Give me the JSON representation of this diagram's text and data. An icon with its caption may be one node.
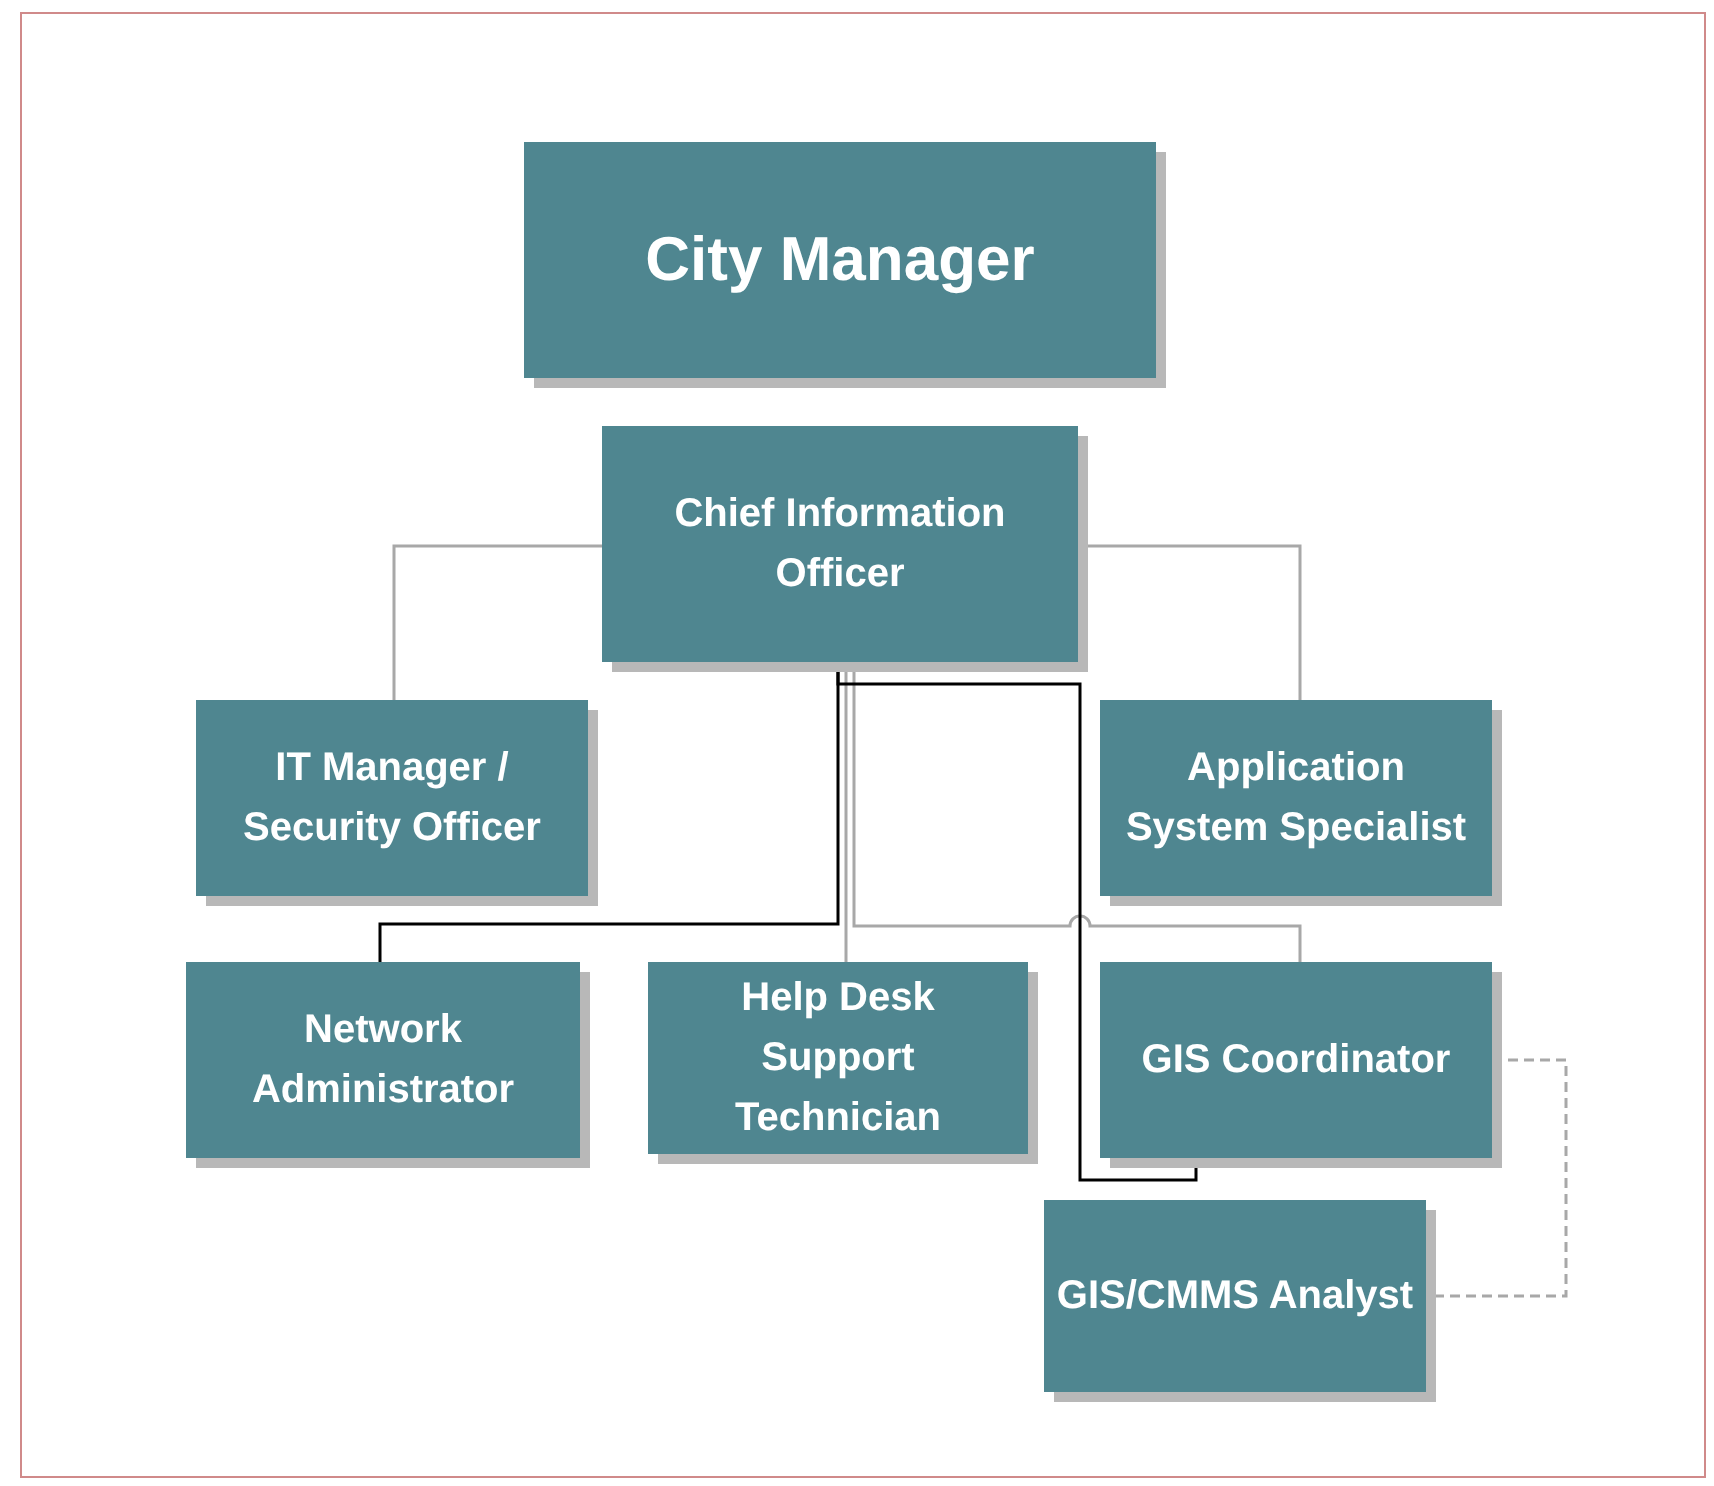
{
  "diagram": {
    "nodes": [
      {
        "text": [
          "City Manager"
        ]
      },
      {
        "text": [
          "Chief Information Officer"
        ]
      },
      {
        "text": [
          "IT Manager / Security Officer"
        ]
      },
      {
        "text": [
          "Application System Specialist"
        ]
      },
      {
        "text": [
          "Network Administrator"
        ]
      },
      {
        "text": [
          "Help Desk Support Technician"
        ]
      },
      {
        "text": [
          "GIS Coordinator"
        ]
      },
      {
        "text": [
          "GIS/CMMS Analyst"
        ]
      }
    ],
    "edges": [
      {
        "from": 1,
        "to": 2,
        "arrow": "none"
      },
      {
        "from": 1,
        "to": 3,
        "arrow": "none"
      },
      {
        "from": 1,
        "to": 5,
        "arrow": "none"
      },
      {
        "from": 1,
        "to": 6,
        "arrow": "none"
      },
      {
        "from": 1,
        "to": 4,
        "arrow": "none",
        "color": "#000000"
      },
      {
        "from": 1,
        "to": 6,
        "arrow": "none",
        "color": "#000000"
      },
      {
        "from": 6,
        "to": 7,
        "arrow": "none",
        "style": "dashed"
      }
    ]
  }
}
